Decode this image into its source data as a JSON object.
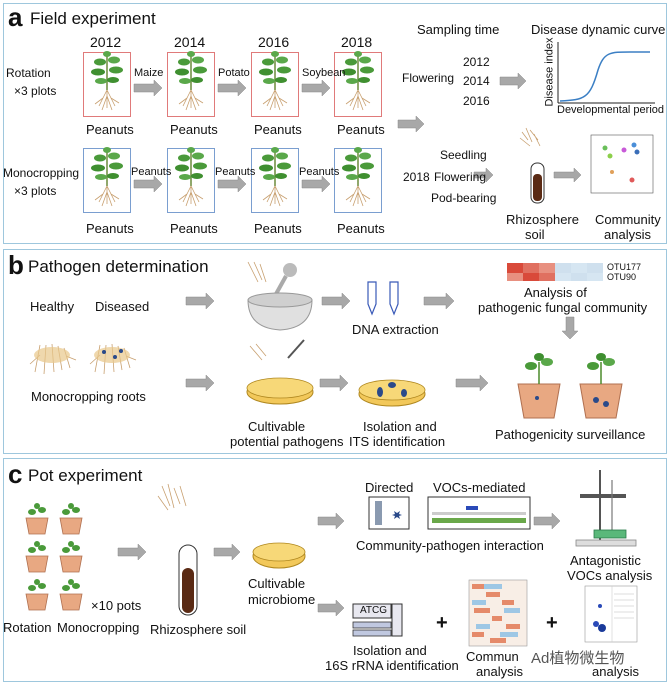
{
  "panel_a": {
    "letter": "a",
    "title": "Field experiment",
    "years": [
      "2012",
      "2014",
      "2016",
      "2018"
    ],
    "rotation_label_1": "Rotation",
    "rotation_label_2": "×3 plots",
    "mono_label_1": "Monocropping",
    "mono_label_2": "×3 plots",
    "rotation_arrows": [
      "Maize",
      "Potato",
      "Soybean"
    ],
    "mono_arrows": [
      "Peanuts",
      "Peanuts",
      "Peanuts"
    ],
    "crop_label": "Peanuts",
    "sampling_time": "Sampling time",
    "flowering": "Flowering",
    "sample_years": [
      "2012",
      "2014",
      "2016"
    ],
    "disease_title": "Disease dynamic curve",
    "disease_ylabel": "Disease index",
    "disease_xlabel": "Developmental period",
    "year_2018": "2018",
    "stages": [
      "Seedling",
      "Flowering",
      "Pod-bearing"
    ],
    "rhizo_1": "Rhizosphere",
    "rhizo_2": "soil",
    "community_1": "Community",
    "community_2": "analysis"
  },
  "panel_b": {
    "letter": "b",
    "title": "Pathogen determination",
    "healthy": "Healthy",
    "diseased": "Diseased",
    "mono_roots": "Monocropping roots",
    "dna": "DNA extraction",
    "otu1": "OTU177",
    "otu2": "OTU90",
    "analysis_1": "Analysis of",
    "analysis_2": "pathogenic fungal community",
    "cult_1": "Cultivable",
    "cult_2": "potential pathogens",
    "iso_1": "Isolation and",
    "iso_2": "ITS identification",
    "surv": "Pathogenicity surveillance"
  },
  "panel_c": {
    "letter": "c",
    "title": "Pot experiment",
    "rotation": "Rotation",
    "monocropping": "Monocropping",
    "pots": "×10 pots",
    "rhizo": "Rhizosphere soil",
    "cult_1": "Cultivable",
    "cult_2": "microbiome",
    "directed": "Directed",
    "vocs": "VOCs-mediated",
    "interaction": "Community-pathogen interaction",
    "antag_1": "Antagonistic",
    "antag_2": "VOCs analysis",
    "atcg": "ATCG",
    "iso_1": "Isolation and",
    "iso_2": "16S rRNA identification",
    "plus": "+",
    "comm_1": "Commun",
    "comm_2": "analysis",
    "analysis": "analysis",
    "watermark": "Ad植物微生物"
  },
  "colors": {
    "panel_border": "#9ec7dd",
    "rotation_box": "#e07a7a",
    "mono_box": "#7a9ed0",
    "arrow": "#a8a8a8",
    "pot": "#e8a882",
    "leaf": "#4a9a3a",
    "soil": "#5a2a14"
  }
}
